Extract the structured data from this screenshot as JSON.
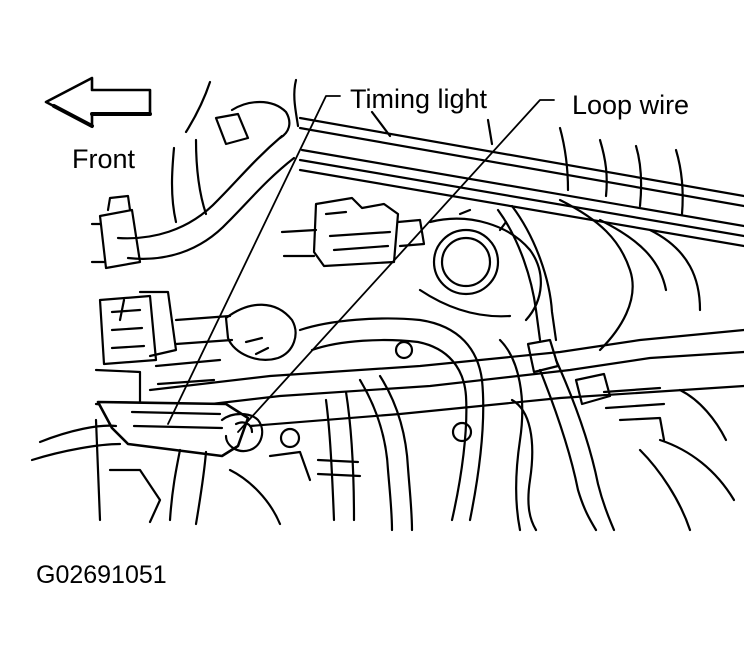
{
  "labels": {
    "front": "Front",
    "timing_light": "Timing light",
    "loop_wire": "Loop wire",
    "figure_code": "G02691051"
  },
  "colors": {
    "line": "#000000",
    "background": "#ffffff"
  }
}
